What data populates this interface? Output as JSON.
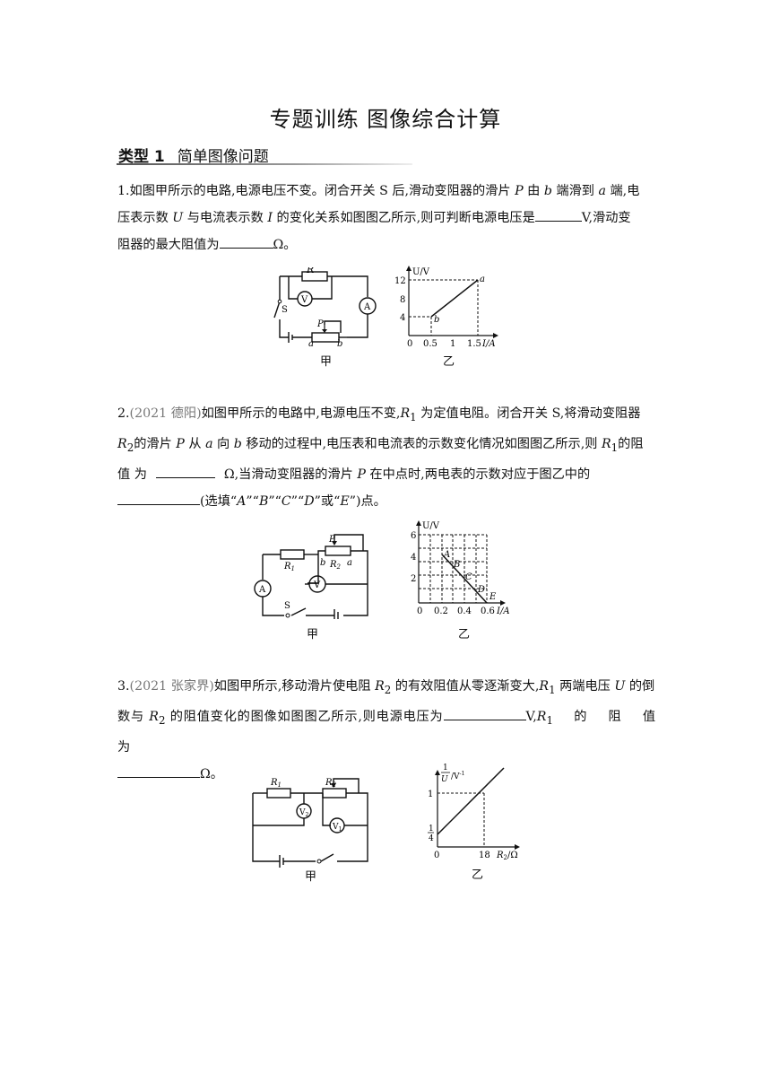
{
  "page_title": "专题训练  图像综合计算",
  "section": {
    "tag": "类型 1",
    "name": "简单图像问题"
  },
  "q1": {
    "p1": "1.如图甲所示的电路,电源电压不变。闭合开关 S 后,滑动变阻器的滑片 ",
    "p2": " 由 ",
    "p3": " 端滑到 ",
    "p4": " 端,电",
    "line2a": "压表示数 ",
    "line2b": " 与电流表示数 ",
    "line2c": " 的变化关系如图图乙所示,则可判断电源电压是",
    "line2d": "V,滑动变",
    "line3a": "阻器的最大阻值为",
    "line3b": "Ω。",
    "P": "P",
    "b": "b",
    "a": "a",
    "U": "U",
    "I": "I",
    "fig_left": {
      "R": "R",
      "V": "V",
      "A": "A",
      "S": "S",
      "P": "P",
      "a": "a",
      "b": "b",
      "caption": "甲"
    },
    "fig_right": {
      "ylabel": "U/V",
      "xlabel": "I/A",
      "yticks": [
        "12",
        "8",
        "4"
      ],
      "xticks": [
        "0",
        "0.5",
        "1",
        "1.5"
      ],
      "point_a": "a",
      "point_b": "b",
      "caption": "乙"
    }
  },
  "q2": {
    "num": "2.",
    "src": "(2021 德阳)",
    "l1a": "如图甲所示的电路中,电源电压不变,",
    "R1": "R",
    "sub1": "1",
    "l1b": " 为定值电阻。闭合开关 S,将滑动变阻器",
    "l2a": "R",
    "sub2": "2",
    "l2b": "的滑片 ",
    "l2c": " 从 ",
    "l2d": " 向 ",
    "l2e": " 移动的过程中,电压表和电流表的示数变化情况如图图乙所示,则 ",
    "l2f": "R",
    "sub3": "1",
    "l2g": "的阻",
    "l3a": "值 为",
    "l3b": "Ω,当滑动变阻器的滑片 ",
    "l3c": " 在中点时,两电表的示数对应于图乙中的",
    "l4b": "(选填“",
    "A": "A",
    "B": "B",
    "C": "C",
    "D": "D",
    "E": "E",
    "q1": "”“",
    "or": "”或“",
    "end": "”)点。",
    "P": "P",
    "a": "a",
    "b": "b",
    "fig_left": {
      "R1": "R",
      "R1sub": "1",
      "R2": "R",
      "R2sub": "2",
      "P": "P",
      "a": "a",
      "b": "b",
      "A": "A",
      "V": "V",
      "S": "S",
      "caption": "甲"
    },
    "fig_right": {
      "ylabel": "U/V",
      "xlabel": "I/A",
      "yticks": [
        "6",
        "4",
        "2"
      ],
      "xticks": [
        "0",
        "0.2",
        "0.4",
        "0.6"
      ],
      "points": [
        "A",
        "B",
        "C",
        "D",
        "E"
      ],
      "caption": "乙"
    }
  },
  "q3": {
    "num": "3.",
    "src": "(2021 张家界)",
    "l1a": "如图甲所示,移动滑片使电阻 ",
    "R2": "R",
    "sub2": "2",
    "l1b": " 的有效阻值从零逐渐变大,",
    "R1": "R",
    "sub1": "1",
    "l1c": " 两端电压 ",
    "U": "U",
    "l1d": " 的倒",
    "l2a": "数与 ",
    "l2b": " 的阻值变化的图像如图图乙所示,则电源电压为",
    "l2c": "V,",
    "l2d": "  的  阻  值  为",
    "l3b": "Ω。",
    "fig_left": {
      "R1": "R",
      "R1sub": "1",
      "R2": "R",
      "R2sub": "2",
      "V2": "V",
      "V2sub": "2",
      "V1": "V",
      "V1sub": "1",
      "caption": "甲"
    },
    "fig_right": {
      "ylabel_num": "1",
      "ylabel_den": "U",
      "ylabel_unit": "/V",
      "ylabel_exp": "-1",
      "xlabel": "R",
      "xlabel_sub": "2",
      "xlabel_unit": "/Ω",
      "ytick_1": "1",
      "ytick_q_num": "1",
      "ytick_q_den": "4",
      "xticks": [
        "0",
        "18"
      ],
      "caption": "乙"
    }
  }
}
